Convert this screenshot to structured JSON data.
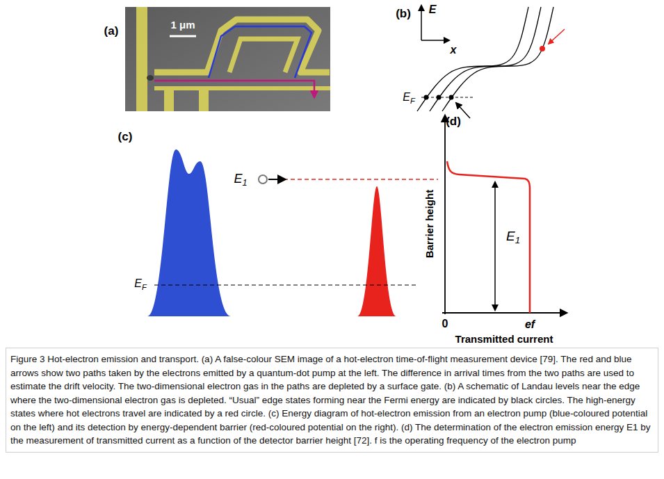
{
  "diagram": {
    "caption": "Figure 3 Hot-electron emission and transport. (a) A false-colour SEM image of a hot-electron time-of-flight measurement device [79]. The red and blue arrows show two paths taken by the electrons emitted by a quantum-dot pump at the left. The difference in arrival times from the two paths are used to estimate the drift velocity. The two-dimensional electron gas in the paths are depleted by a surface gate. (b) A schematic of Landau levels near the edge where the two-dimensional electron gas is depleted. “Usual” edge states forming near the Fermi energy are indicated by black circles. The high-energy states where hot electrons travel are indicated by a red circle. (c) Energy diagram of hot-electron emission from an electron pump (blue-coloured potential on the left) and its detection by energy-dependent barrier (red-coloured potential on the right). (d) The determination of the electron emission energy E1 by the measurement of transmitted current as a function of the detector barrier height [72]. f is the operating frequency of the electron pump",
    "labels": [
      "(a)",
      "1 μm",
      "(b)",
      "E",
      "x",
      "EF",
      "(c)",
      "E1",
      "EF",
      "(d)",
      "Barrier height",
      "E1",
      "0",
      "ef",
      "Transmitted current"
    ]
  }
}
